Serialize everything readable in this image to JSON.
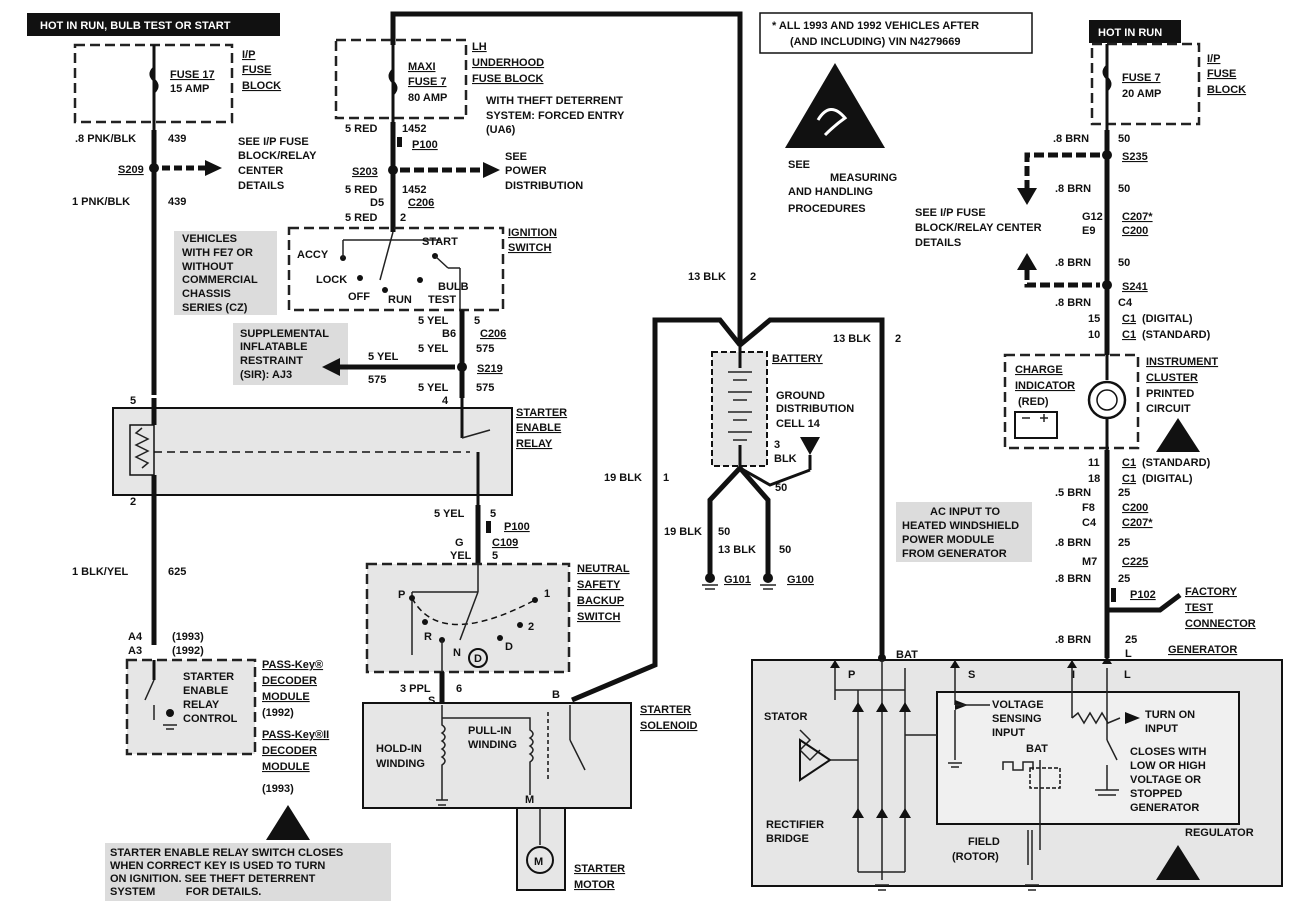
{
  "headers": {
    "hot_run_bulb": "HOT IN RUN, BULB TEST OR START",
    "hot_run": "HOT IN RUN"
  },
  "note_vin": [
    "* ALL 1993 AND 1992 VEHICLES AFTER",
    "(AND INCLUDING) VIN N4279669"
  ],
  "esd_note": [
    "SEE",
    "MEASURING",
    "AND HANDLING",
    "PROCEDURES"
  ],
  "fuse17": {
    "name": "FUSE 17",
    "rating": "15 AMP"
  },
  "ip_fuse_block_left": [
    "I/P",
    "FUSE",
    "BLOCK"
  ],
  "maxi_fuse": {
    "name1": "MAXI",
    "name2": "FUSE 7",
    "rating": "80 AMP"
  },
  "lh_underhood": [
    "LH",
    "UNDERHOOD",
    "FUSE BLOCK"
  ],
  "theft_note": [
    "WITH THEFT DETERRENT",
    "SYSTEM: FORCED ENTRY",
    "(UA6)"
  ],
  "fuse7_right": {
    "name": "FUSE 7",
    "rating": "20 AMP"
  },
  "ip_fuse_block_right": [
    "I/P",
    "FUSE",
    "BLOCK"
  ],
  "left_circuit": {
    "w1": ".8 PNK/BLK",
    "c1": "439",
    "splice": "S209",
    "see_ip": [
      "SEE I/P FUSE",
      "BLOCK/RELAY",
      "CENTER",
      "DETAILS"
    ],
    "w2": "1 PNK/BLK",
    "c2": "439",
    "pin5": "5",
    "pin2": "2",
    "w3": "1 BLK/YEL",
    "c3": "625",
    "a4": "A4",
    "a3": "A3",
    "y1993": "(1993)",
    "y1992": "(1992)"
  },
  "center_circuit": {
    "w5red1": "5 RED",
    "c1452a": "1452",
    "p100": "P100",
    "splice": "S203",
    "see_power": [
      "SEE",
      "POWER",
      "DISTRIBUTION"
    ],
    "w5red2": "5 RED",
    "c1452b": "1452",
    "d5": "D5",
    "c206a": "C206",
    "w5red3": "5 RED",
    "pin2": "2",
    "vehicles_note": [
      "VEHICLES",
      "WITH FE7 OR",
      "WITHOUT",
      "COMMERCIAL",
      "CHASSIS",
      "SERIES (CZ)"
    ],
    "ign_positions": {
      "accy": "ACCY",
      "lock": "LOCK",
      "off": "OFF",
      "run": "RUN",
      "start": "START",
      "bulb": "BULB",
      "test": "TEST"
    },
    "ign_switch": [
      "IGNITION",
      "SWITCH"
    ],
    "w5yel1": "5 YEL",
    "pin5": "5",
    "b6": "B6",
    "c206b": "C206",
    "w5yel2": "5 YEL",
    "c575a": "575",
    "sir_note": [
      "SUPPLEMENTAL",
      "INFLATABLE",
      "RESTRAINT",
      "(SIR): AJ3"
    ],
    "sir_wire": "5 YEL",
    "sir_circuit": "575",
    "splice2": "S219",
    "w5yel3": "5 YEL",
    "c575b": "575",
    "pin4": "4",
    "relay": [
      "STARTER",
      "ENABLE",
      "RELAY"
    ],
    "w5yel4": "5 YEL",
    "pin5b": "5",
    "p100b": "P100",
    "g": "G",
    "c109": "C109",
    "yel": "YEL",
    "pin5c": "5",
    "nss": [
      "NEUTRAL",
      "SAFETY",
      "BACKUP",
      "SWITCH"
    ],
    "gears": {
      "p": "P",
      "r": "R",
      "n": "N",
      "d": "D",
      "two": "2",
      "one": "1"
    },
    "w3ppl": "3 PPL",
    "pin6": "6",
    "s": "S"
  },
  "passkey": {
    "inside": [
      "STARTER",
      "ENABLE",
      "RELAY",
      "CONTROL"
    ],
    "label": [
      "PASS-Key®",
      "DECODER",
      "MODULE",
      "(1992)",
      "PASS-Key®II",
      "DECODER",
      "MODULE",
      "(1993)"
    ]
  },
  "bottom_note": [
    "STARTER ENABLE RELAY SWITCH CLOSES",
    "WHEN CORRECT KEY IS USED TO TURN",
    "ON IGNITION. SEE THEFT DETERRENT",
    "SYSTEM          FOR DETAILS."
  ],
  "solenoid": {
    "label": [
      "STARTER",
      "SOLENOID"
    ],
    "hold": [
      "HOLD-IN",
      "WINDING"
    ],
    "pull": [
      "PULL-IN",
      "WINDING"
    ],
    "b": "B",
    "m": "M"
  },
  "motor": {
    "label": [
      "STARTER",
      "MOTOR"
    ],
    "symbol": "M"
  },
  "battery_area": {
    "w13blk": "13 BLK",
    "c2": "2",
    "w13blk2": "13 BLK",
    "c2b": "2",
    "battery": "BATTERY",
    "gdc": [
      "GROUND",
      "DISTRIBUTION",
      "CELL 14"
    ],
    "w3blk": [
      "3",
      "BLK"
    ],
    "c50a": "50",
    "w19blk": "19 BLK",
    "c1": "1",
    "w19blk2": "19 BLK",
    "c50b": "50",
    "w13blk3": "13 BLK",
    "c50c": "50",
    "g101": "G101",
    "g100": "G100"
  },
  "right_circuit": {
    "w1": ".8 BRN",
    "c1": "50",
    "s235": "S235",
    "w2": ".8 BRN",
    "c2": "50",
    "see_ip": [
      "SEE I/P FUSE",
      "BLOCK/RELAY CENTER",
      "DETAILS"
    ],
    "g12": "G12",
    "c207a": "C207*",
    "e9": "E9",
    "c200a": "C200",
    "w3": ".8 BRN",
    "c3": "50",
    "s241": "S241",
    "w4": ".8 BRN",
    "c4": "C4",
    "c1dig_pin": "15",
    "c1dig": "C1",
    "c1dig_txt": "(DIGITAL)",
    "c1std_pin": "10",
    "c1std": "C1",
    "c1std_txt": "(STANDARD)",
    "charge": [
      "CHARGE",
      "INDICATOR",
      "(RED)"
    ],
    "cluster": [
      "INSTRUMENT",
      "CLUSTER",
      "PRINTED",
      "CIRCUIT"
    ],
    "c1std2_pin": "11",
    "c1std2": "C1",
    "c1std2_txt": "(STANDARD)",
    "c1dig2_pin": "18",
    "c1dig2": "C1",
    "c1dig2_txt": "(DIGITAL)",
    "w5": ".5 BRN",
    "c5": "25",
    "f8": "F8",
    "c200b": "C200",
    "c207b": "C207*",
    "w6": ".8 BRN",
    "c6": "25",
    "m7": "M7",
    "c225": "C225",
    "w7": ".8 BRN",
    "c7": "25",
    "p102": "P102",
    "factory": [
      "FACTORY",
      "TEST",
      "CONNECTOR"
    ],
    "w8": ".8 BRN",
    "c8": "25",
    "l": "L",
    "ac_note": [
      "AC INPUT TO",
      "HEATED WINDSHIELD",
      "POWER MODULE",
      "FROM GENERATOR"
    ]
  },
  "generator": {
    "label": "GENERATOR",
    "bat": "BAT",
    "p": "P",
    "s": "S",
    "i": "I",
    "l": "L",
    "stator": "STATOR",
    "rectifier": [
      "RECTIFIER",
      "BRIDGE"
    ],
    "voltage": [
      "VOLTAGE",
      "SENSING",
      "INPUT"
    ],
    "turn_on": [
      "TURN ON",
      "INPUT"
    ],
    "bat2": "BAT",
    "closes": [
      "CLOSES WITH",
      "LOW OR HIGH",
      "VOLTAGE OR",
      "STOPPED",
      "GENERATOR"
    ],
    "field": [
      "FIELD",
      "(ROTOR)"
    ],
    "regulator": "REGULATOR"
  }
}
